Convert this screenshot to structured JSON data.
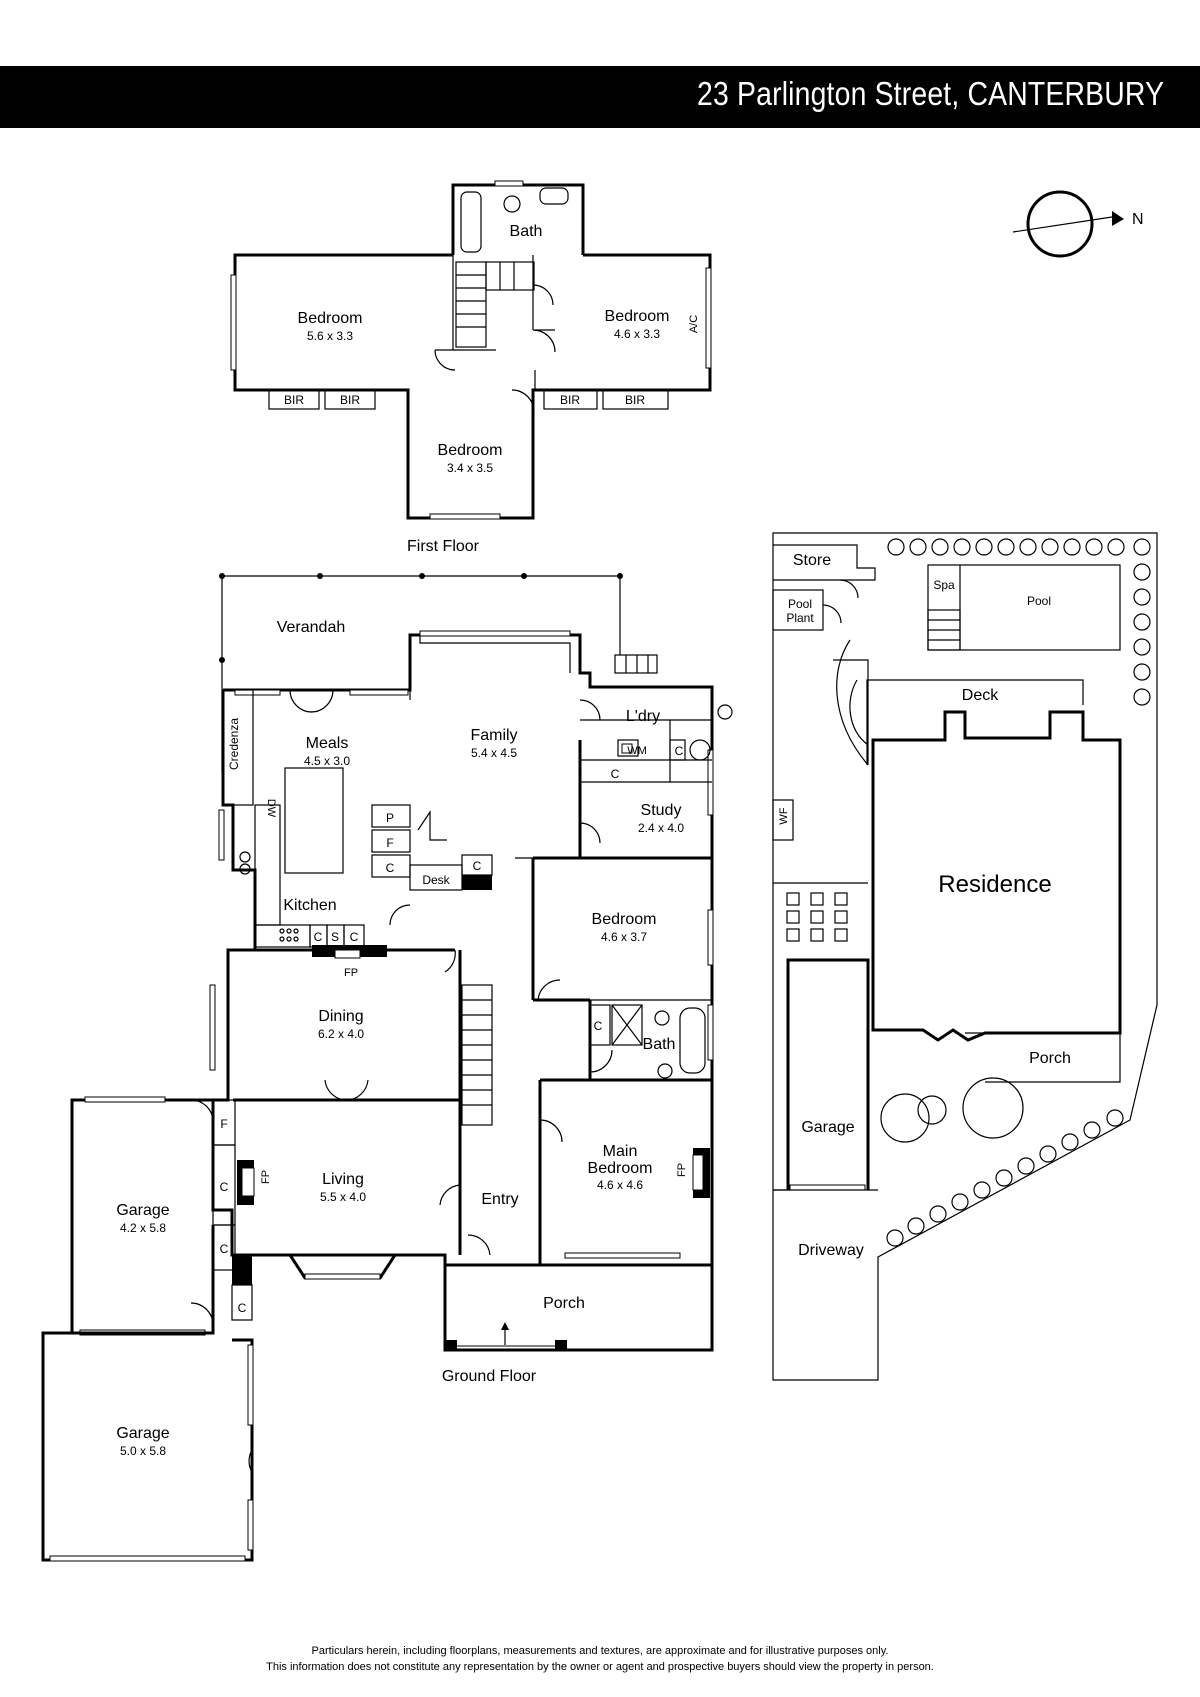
{
  "header": {
    "address": "23 Parlington Street, CANTERBURY"
  },
  "compass": {
    "north_label": "N"
  },
  "first_floor": {
    "caption": "First Floor",
    "bath": "Bath",
    "bedroom_west": {
      "name": "Bedroom",
      "size": "5.6 x 3.3"
    },
    "bedroom_east": {
      "name": "Bedroom",
      "size": "4.6 x 3.3"
    },
    "bedroom_south": {
      "name": "Bedroom",
      "size": "3.4 x 3.5"
    },
    "ac": "A/C",
    "bir": "BIR"
  },
  "ground_floor": {
    "caption": "Ground Floor",
    "verandah": "Verandah",
    "meals": {
      "name": "Meals",
      "size": "4.5 x 3.0"
    },
    "family": {
      "name": "Family",
      "size": "5.4 x 4.5"
    },
    "laundry": "L'dry",
    "wm": "WM",
    "study": {
      "name": "Study",
      "size": "2.4 x 4.0"
    },
    "credenza": "Credenza",
    "dw": "DW",
    "kitchen": "Kitchen",
    "desk": "Desk",
    "bedroom": {
      "name": "Bedroom",
      "size": "4.6 x 3.7"
    },
    "bath": "Bath",
    "dining": {
      "name": "Dining",
      "size": "6.2 x 4.0"
    },
    "fp": "FP",
    "living": {
      "name": "Living",
      "size": "5.5 x 4.0"
    },
    "entry": "Entry",
    "main_bedroom": {
      "name": "Main",
      "name2": "Bedroom",
      "size": "4.6 x 4.6"
    },
    "porch": "Porch",
    "garage_a": {
      "name": "Garage",
      "size": "4.2 x 5.8"
    },
    "garage_b": {
      "name": "Garage",
      "size": "5.0 x 5.8"
    },
    "codes": {
      "c": "C",
      "f": "F",
      "p": "P",
      "s": "S"
    }
  },
  "site_plan": {
    "store": "Store",
    "pool_plant": {
      "line1": "Pool",
      "line2": "Plant"
    },
    "spa": "Spa",
    "pool": "Pool",
    "deck": "Deck",
    "residence": "Residence",
    "wf": "WF",
    "porch": "Porch",
    "garage": "Garage",
    "driveway": "Driveway"
  },
  "disclaimer": {
    "line1": "Particulars herein, including floorplans, measurements and textures, are approximate and for illustrative purposes only.",
    "line2": "This information does not constitute any representation by the owner or agent and prospective buyers should view the property in person."
  }
}
